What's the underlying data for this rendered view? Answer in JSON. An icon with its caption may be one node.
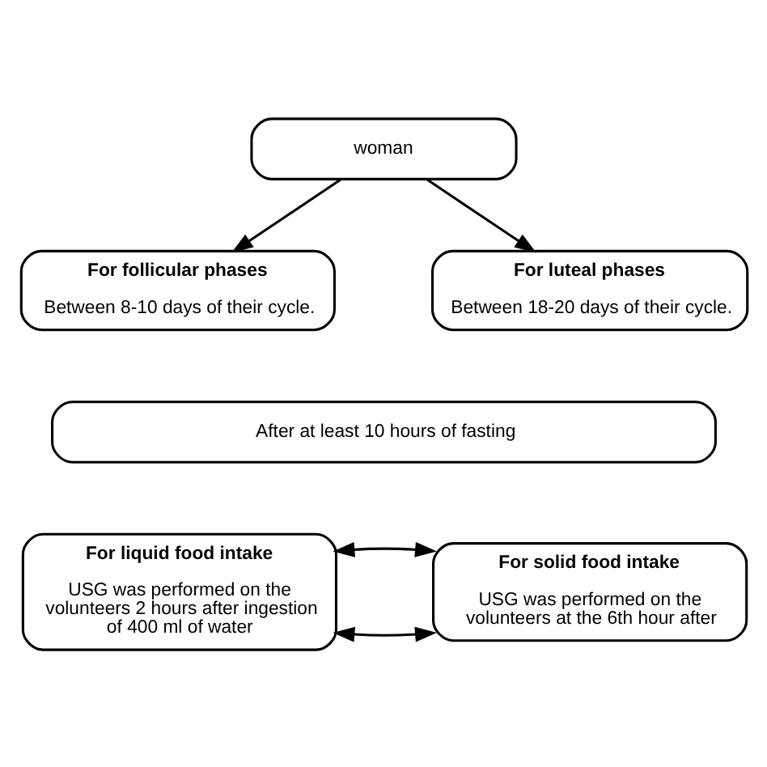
{
  "diagram": {
    "nodes": [
      {
        "text": [
          "woman"
        ]
      },
      {
        "text": [
          "For follicular phases",
          "Between 8-10 days of their cycle."
        ]
      },
      {
        "text": [
          "For luteal phases",
          "Between 18-20 days of their cycle."
        ]
      },
      {
        "text": [
          "After at least 10 hours of fasting"
        ]
      },
      {
        "text": [
          "For liquid food intake",
          "USG was performed on the volunteers 2 hours after ingestion of 400 ml of water"
        ]
      },
      {
        "text": [
          "For solid food intake",
          "USG was performed on the volunteers at the 6th hour after"
        ]
      }
    ],
    "edges": [
      {
        "from": 0,
        "to": 1,
        "arrow": "to"
      },
      {
        "from": 0,
        "to": 2,
        "arrow": "to"
      },
      {
        "from": 4,
        "to": 5,
        "arrow": "both"
      },
      {
        "from": 4,
        "to": 5,
        "arrow": "both"
      }
    ]
  }
}
